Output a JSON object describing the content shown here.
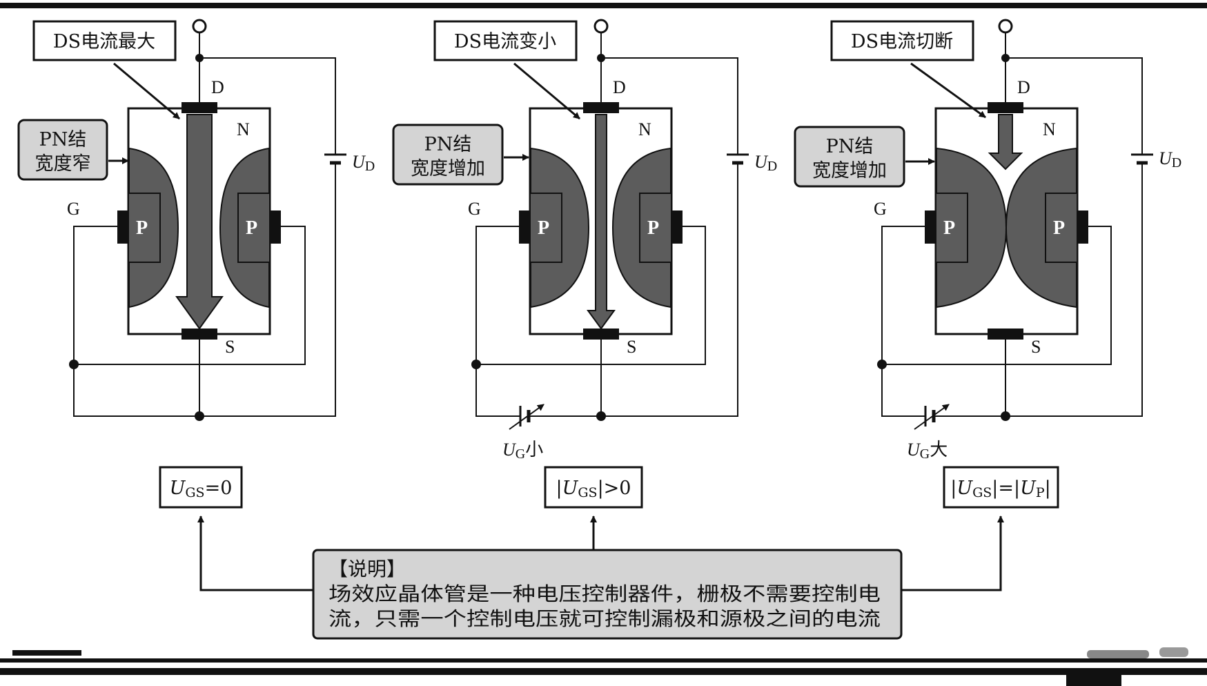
{
  "panels": [
    {
      "title": "DS电流最大",
      "pn_label_line1": "PN结",
      "pn_label_line2": "宽度窄",
      "terminal_d": "D",
      "terminal_s": "S",
      "terminal_g": "G",
      "region_n": "N",
      "p_left": "P",
      "p_right": "P",
      "ud_italic": "U",
      "ud_sub": "D",
      "ug_italic": "",
      "ug_sub": "",
      "ug_suffix": "",
      "cond_pre": "",
      "cond_italic": "U",
      "cond_sub": "GS",
      "cond_post": "=0",
      "cond_italic2": "",
      "cond_sub2": "",
      "cond_post2": ""
    },
    {
      "title": "DS电流变小",
      "pn_label_line1": "PN结",
      "pn_label_line2": "宽度增加",
      "terminal_d": "D",
      "terminal_s": "S",
      "terminal_g": "G",
      "region_n": "N",
      "p_left": "P",
      "p_right": "P",
      "ud_italic": "U",
      "ud_sub": "D",
      "ug_italic": "U",
      "ug_sub": "G",
      "ug_suffix": "小",
      "cond_pre": "|",
      "cond_italic": "U",
      "cond_sub": "GS",
      "cond_post": "|>0",
      "cond_italic2": "",
      "cond_sub2": "",
      "cond_post2": ""
    },
    {
      "title": "DS电流切断",
      "pn_label_line1": "PN结",
      "pn_label_line2": "宽度增加",
      "terminal_d": "D",
      "terminal_s": "S",
      "terminal_g": "G",
      "region_n": "N",
      "p_left": "P",
      "p_right": "P",
      "ud_italic": "U",
      "ud_sub": "D",
      "ug_italic": "U",
      "ug_sub": "G",
      "ug_suffix": "大",
      "cond_pre": "|",
      "cond_italic": "U",
      "cond_sub": "GS",
      "cond_post": "|=|",
      "cond_italic2": "U",
      "cond_sub2": "P",
      "cond_post2": "|"
    }
  ],
  "note": {
    "heading": "【说明】",
    "line1": "场效应晶体管是一种电压控制器件，栅极不需要控制电",
    "line2": "流，只需一个控制电压就可控制漏极和源极之间的电流"
  },
  "colors": {
    "dark_gray": "#5c5c5c",
    "light_gray": "#d4d4d4",
    "line": "#111111"
  }
}
